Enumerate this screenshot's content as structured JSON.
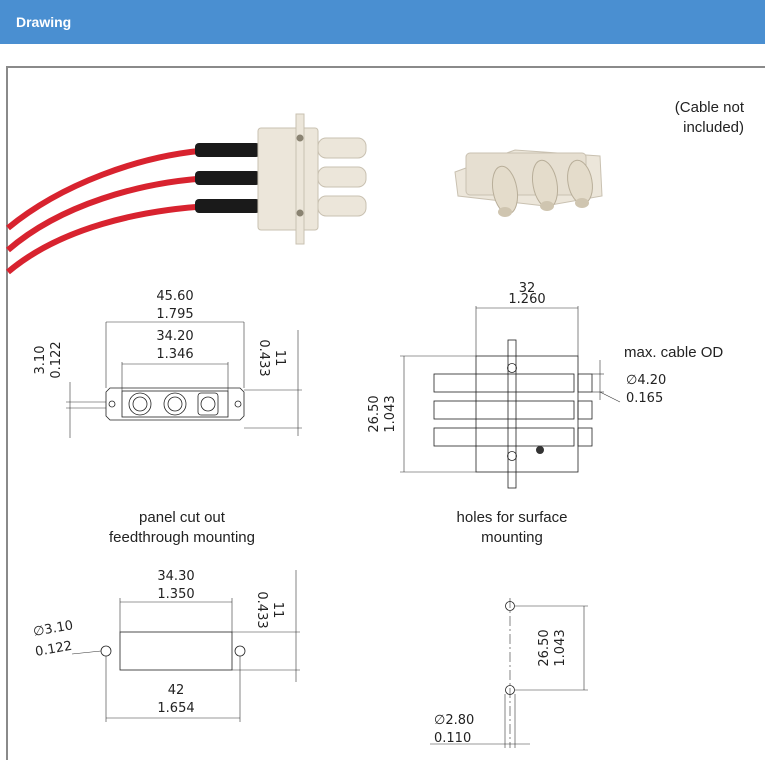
{
  "header": {
    "title": "Drawing"
  },
  "notes": {
    "cable_line1": "(Cable not",
    "cable_line2": "included)",
    "max_cable": "max. cable OD",
    "panel_line1": "panel cut out",
    "panel_line2": "feedthrough mounting",
    "holes_line1": "holes for surface",
    "holes_line2": "mounting"
  },
  "front_view": {
    "width_mm": "45.60",
    "width_in": "1.795",
    "inner_mm": "34.20",
    "inner_in": "1.346",
    "thick_mm": "3.10",
    "thick_in": "0.122",
    "height_mm": "11",
    "height_in": "0.433"
  },
  "top_view": {
    "width_mm": "32",
    "width_in": "1.260",
    "height_mm": "26.50",
    "height_in": "1.043",
    "od_mm": "∅4.20",
    "od_in": "0.165"
  },
  "cutout": {
    "width_mm": "34.30",
    "width_in": "1.350",
    "height_mm": "11",
    "height_in": "0.433",
    "hole_mm": "∅3.10",
    "hole_in": "0.122",
    "pitch_mm": "42",
    "pitch_in": "1.654"
  },
  "holes": {
    "pitch_mm": "26.50",
    "pitch_in": "1.043",
    "dia_mm": "∅2.80",
    "dia_in": "0.110"
  },
  "colors": {
    "header": "#4a8fd1",
    "cable": "#d8232f",
    "housing": "#ece6da"
  }
}
